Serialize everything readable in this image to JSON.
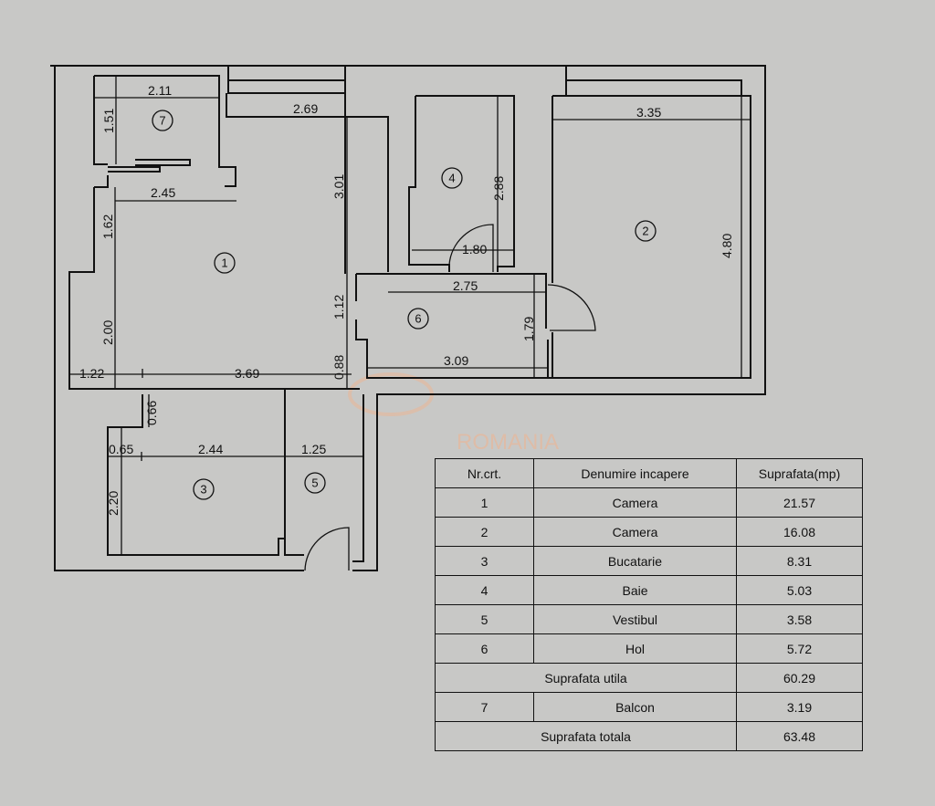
{
  "watermark": {
    "text": "ROMANIA",
    "color": "#e8b89a"
  },
  "rooms": [
    {
      "id": "1"
    },
    {
      "id": "2"
    },
    {
      "id": "3"
    },
    {
      "id": "4"
    },
    {
      "id": "5"
    },
    {
      "id": "6"
    },
    {
      "id": "7"
    }
  ],
  "dimensions": {
    "r7_width": "2.11",
    "r7_height": "1.51",
    "top_2_69": "2.69",
    "r1_2_45": "2.45",
    "r1_3_01": "3.01",
    "r1_1_62": "1.62",
    "r1_2_00": "2.00",
    "r1_1_12": "1.12",
    "r1_0_88": "0.88",
    "r1_1_22": "1.22",
    "r1_3_69": "3.69",
    "r4_2_88": "2.88",
    "r4_1_80": "1.80",
    "r2_3_35": "3.35",
    "r2_4_80": "4.80",
    "r6_2_75": "2.75",
    "r6_1_79": "1.79",
    "r6_3_09": "3.09",
    "r3_0_66": "0.66",
    "r3_0_65": "0.65",
    "r3_2_44": "2.44",
    "r5_1_25": "1.25",
    "r3_2_20": "2.20"
  },
  "table": {
    "headers": [
      "Nr.crt.",
      "Denumire incapere",
      "Suprafata(mp)"
    ],
    "rows": [
      [
        "1",
        "Camera",
        "21.57"
      ],
      [
        "2",
        "Camera",
        "16.08"
      ],
      [
        "3",
        "Bucatarie",
        "8.31"
      ],
      [
        "4",
        "Baie",
        "5.03"
      ],
      [
        "5",
        "Vestibul",
        "3.58"
      ],
      [
        "6",
        "Hol",
        "5.72"
      ]
    ],
    "subtotal": {
      "label": "Suprafata utila",
      "value": "60.29"
    },
    "balcony": [
      "7",
      "Balcon",
      "3.19"
    ],
    "total": {
      "label": "Suprafata totala",
      "value": "63.48"
    }
  }
}
